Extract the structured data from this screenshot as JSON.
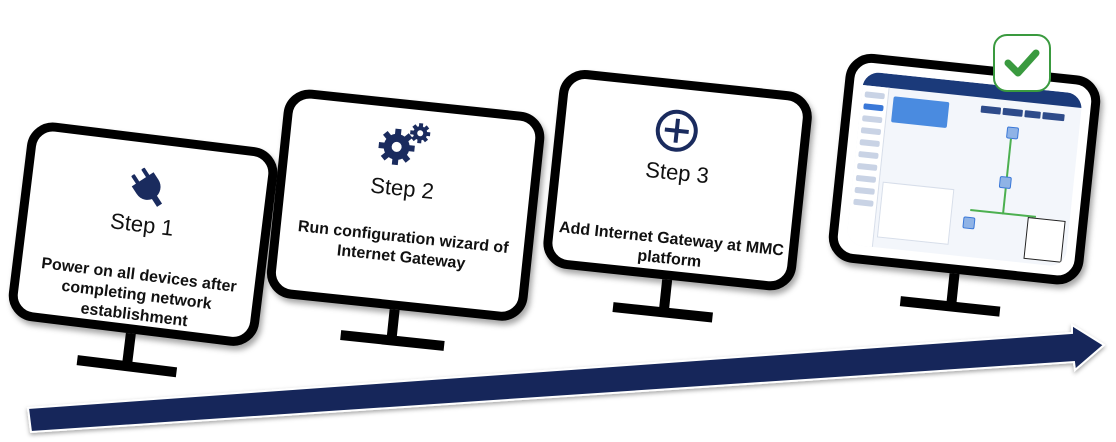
{
  "steps": [
    {
      "label": "Step 1",
      "description": "Power on all devices after completing network establishment",
      "icon": "plug-icon"
    },
    {
      "label": "Step 2",
      "description": "Run configuration wizard of Internet Gateway",
      "icon": "gears-icon"
    },
    {
      "label": "Step 3",
      "description": "Add Internet Gateway at MMC platform",
      "icon": "circle-plus-icon"
    },
    {
      "label": "",
      "description": "",
      "icon": "screenshot"
    }
  ],
  "completion_icon": "checkmark-icon",
  "colors": {
    "arrow": "#14285a",
    "icon": "#1a2b5e",
    "check": "#3a9a3f",
    "frame": "#000000"
  }
}
